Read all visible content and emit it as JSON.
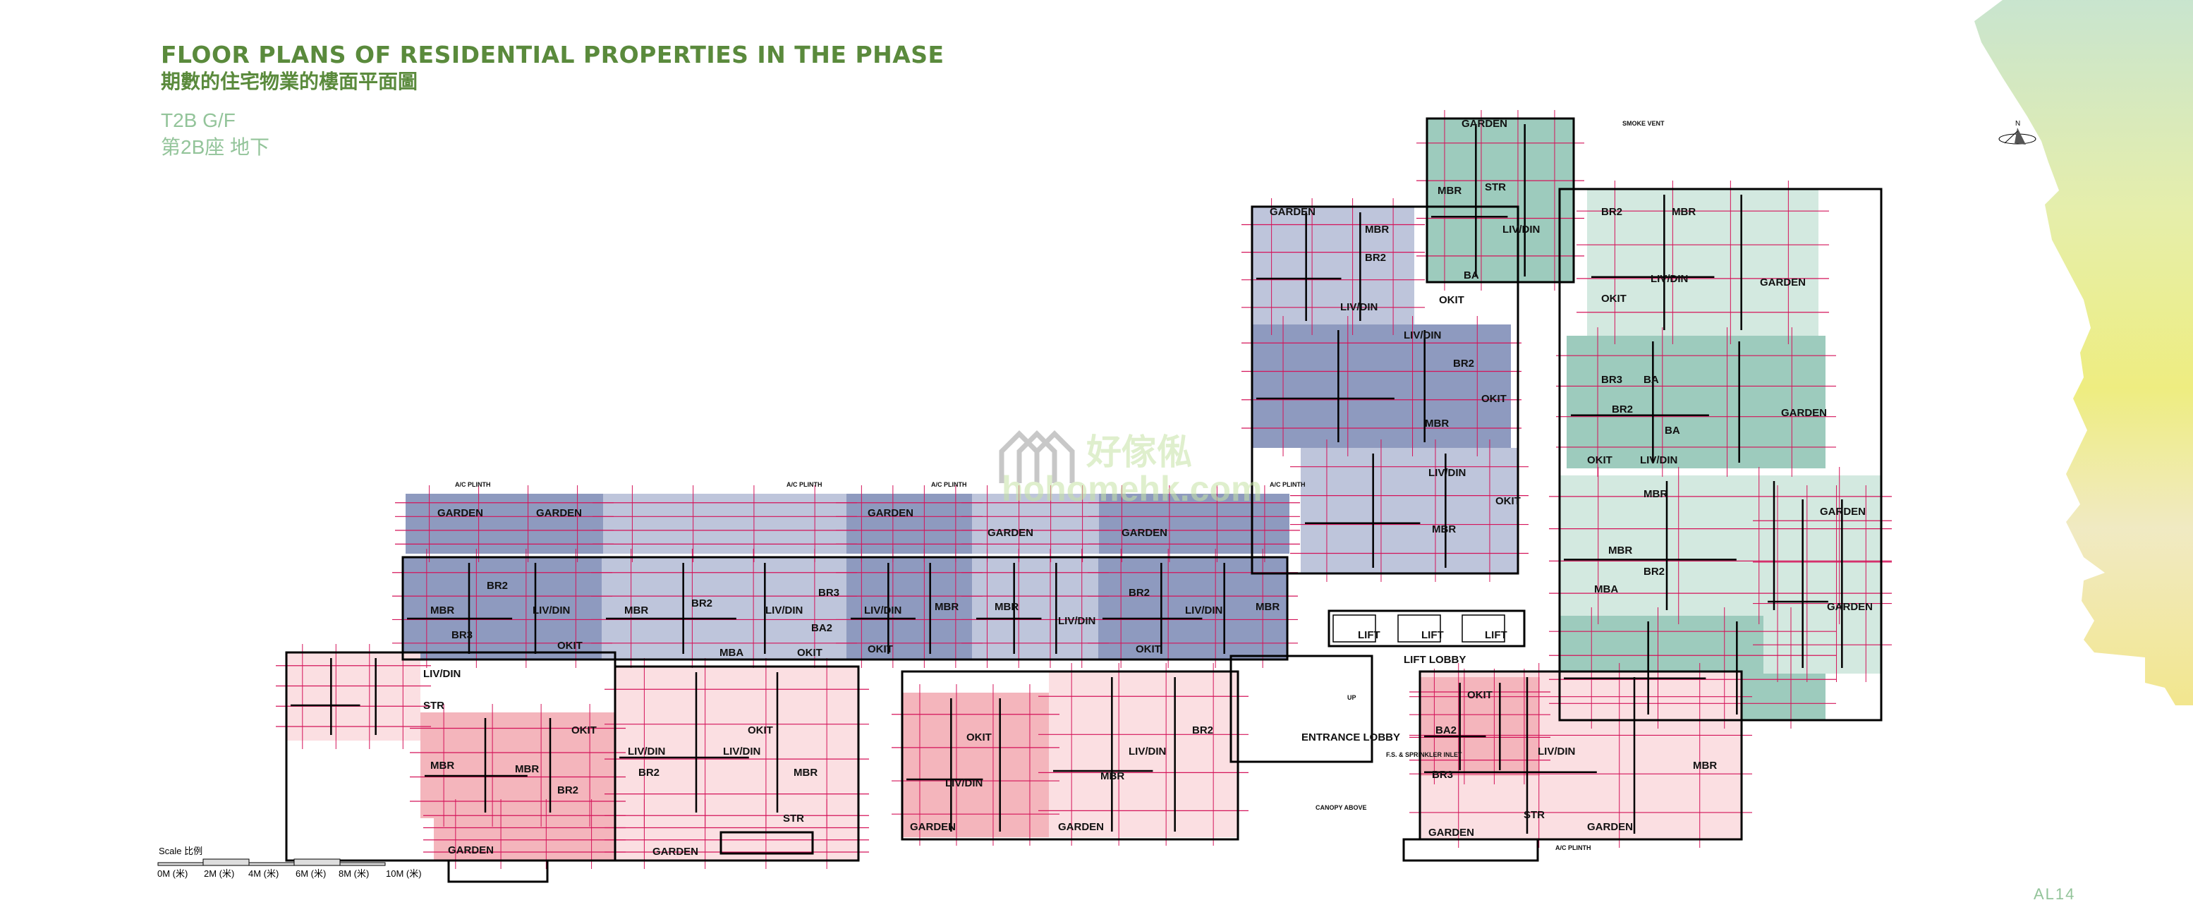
{
  "header": {
    "title_en": "FLOOR PLANS OF RESIDENTIAL PROPERTIES IN THE PHASE",
    "title_zh": "期數的住宅物業的樓面平面圖",
    "tower_floor_en": "T2B  G/F",
    "tower_floor_zh": "第2B座  地下"
  },
  "compass": {
    "label": "N"
  },
  "watermark": {
    "brand_zh": "好傢俬",
    "brand_en": "hohomehk.com"
  },
  "scale": {
    "label": "Scale 比例",
    "ticks": [
      "0M (米)",
      "2M (米)",
      "4M (米)",
      "6M (米)",
      "8M (米)",
      "10M (米)"
    ]
  },
  "page_number": "AL14",
  "colors": {
    "unit_dark_lavender": "#8e9abf",
    "unit_light_lavender": "#bec5db",
    "unit_teal": "#9dcbbd",
    "unit_light_teal": "#d3e9e0",
    "unit_pink": "#f4b5bc",
    "unit_light_pink": "#fbdfe2",
    "dimension": "#d4145a",
    "title_green": "#5a8a3c",
    "subtitle_green": "#93c49a"
  },
  "rooms": [
    "GARDEN",
    "GARDEN",
    "GARDEN",
    "GARDEN",
    "GARDEN",
    "MBR",
    "BR2",
    "LIV/DIN",
    "BR3",
    "OKIT",
    "MBR",
    "BR2",
    "LIV/DIN",
    "BR3",
    "BA2",
    "OKIT",
    "MBA",
    "LIV/DIN",
    "MBR",
    "MBR",
    "LIV/DIN",
    "BR2",
    "LIV/DIN",
    "MBR",
    "OKIT",
    "OKIT",
    "LIV/DIN",
    "STR",
    "MBR",
    "MBR",
    "BR2",
    "LIV/DIN",
    "OKIT",
    "GARDEN",
    "GARDEN",
    "BR2",
    "LIV/DIN",
    "MBR",
    "STR",
    "OKIT",
    "LIV/DIN",
    "MBR",
    "LIV/DIN",
    "BR2",
    "OKIT",
    "GARDEN",
    "GARDEN",
    "LIFT",
    "LIFT",
    "LIFT",
    "LIFT LOBBY",
    "ENTRANCE LOBBY",
    "F.S. & SPRINKLER INLET",
    "CANOPY ABOVE",
    "UP",
    "GARDEN",
    "GARDEN",
    "MBR",
    "BR2",
    "LIV/DIN",
    "OKIT",
    "BA",
    "MBR",
    "STR",
    "LIV/DIN",
    "SMOKE VENT",
    "LIV/DIN",
    "MBR",
    "OKIT",
    "BR2",
    "LIV/DIN",
    "MBR",
    "OKIT",
    "BR2",
    "MBR",
    "LIV/DIN",
    "OKIT",
    "GARDEN",
    "BR3",
    "BA",
    "BR2",
    "BA",
    "GARDEN",
    "LIV/DIN",
    "OKIT",
    "MBR",
    "GARDEN",
    "MBR",
    "BR2",
    "MBA",
    "GARDEN",
    "BR3",
    "BA2",
    "LIV/DIN",
    "OKIT",
    "MBR",
    "STR",
    "GARDEN",
    "GARDEN",
    "A/C PLINTH",
    "A/C PLINTH",
    "A/C PLINTH",
    "A/C PLINTH",
    "A/C PLINTH"
  ]
}
